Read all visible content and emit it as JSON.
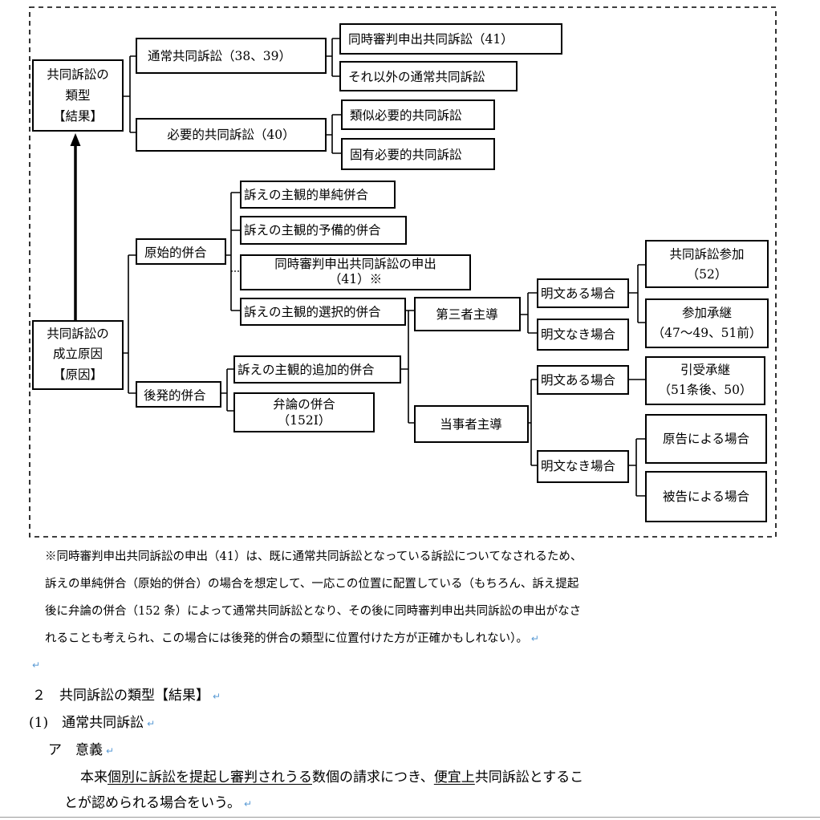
{
  "diagram": {
    "types_box": [
      "共同訴訟の",
      "類型",
      "【結果】"
    ],
    "causes_box": [
      "共同訴訟の",
      "成立原因",
      "【原因】"
    ],
    "ordinary": "通常共同訴訟（38、39）",
    "simultaneous": "同時審判申出共同訴訟（41）",
    "other_ordinary": "それ以外の通常共同訴訟",
    "necessary": "必要的共同訴訟（40）",
    "similar_necessary": "類似必要的共同訴訟",
    "inherent_necessary": "固有必要的共同訴訟",
    "original_joinder": "原始的併合",
    "simple_joinder": "訴えの主観的単純併合",
    "preliminary_joinder": "訴えの主観的予備的併合",
    "simultaneous_motion": [
      "同時審判申出共同訴訟の申出",
      "（41）※"
    ],
    "alternative_joinder": "訴えの主観的選択的併合",
    "subsequent_joinder": "後発的併合",
    "additional_joinder": "訴えの主観的追加的併合",
    "consolidation": [
      "弁論の併合",
      "（152Ⅰ）"
    ],
    "third_party_led": "第三者主導",
    "party_led": "当事者主導",
    "explicit_1": "明文ある場合",
    "no_explicit_1": "明文なき場合",
    "explicit_2": "明文ある場合",
    "no_explicit_2": "明文なき場合",
    "joint_participation": [
      "共同訴訟参加",
      "（52）"
    ],
    "participation_succession": [
      "参加承継",
      "（47〜49、51前）"
    ],
    "takeover_succession": [
      "引受承継",
      "（51条後、50）"
    ],
    "by_plaintiff": "原告による場合",
    "by_defendant": "被告による場合"
  },
  "note_lines": [
    "※同時審判申出共同訴訟の申出（41）は、既に通常共同訴訟となっている訴訟についてなされるため、",
    "訴えの単純併合（原始的併合）の場合を想定して、一応この位置に配置している（もちろん、訴え提起",
    "後に弁論の併合（152 条）によって通常共同訴訟となり、その後に同時審判申出共同訴訟の申出がなさ",
    "れることも考えられ、この場合には後発的併合の類型に位置付けた方が正確かもしれない）。"
  ],
  "return_mark": "↵",
  "section": {
    "heading": "２　共同訴訟の類型【結果】",
    "subheading": "(1)　通常共同訴訟",
    "item": "ア　意義",
    "para_1_a": "本来",
    "para_1_u1": "個別に訴訟を提起し審判されうる",
    "para_1_b": "数個の請求につき、",
    "para_1_u2": "便宜上",
    "para_1_c": "共同訴訟とするこ",
    "para_2": "とが認められる場合をいう。"
  }
}
